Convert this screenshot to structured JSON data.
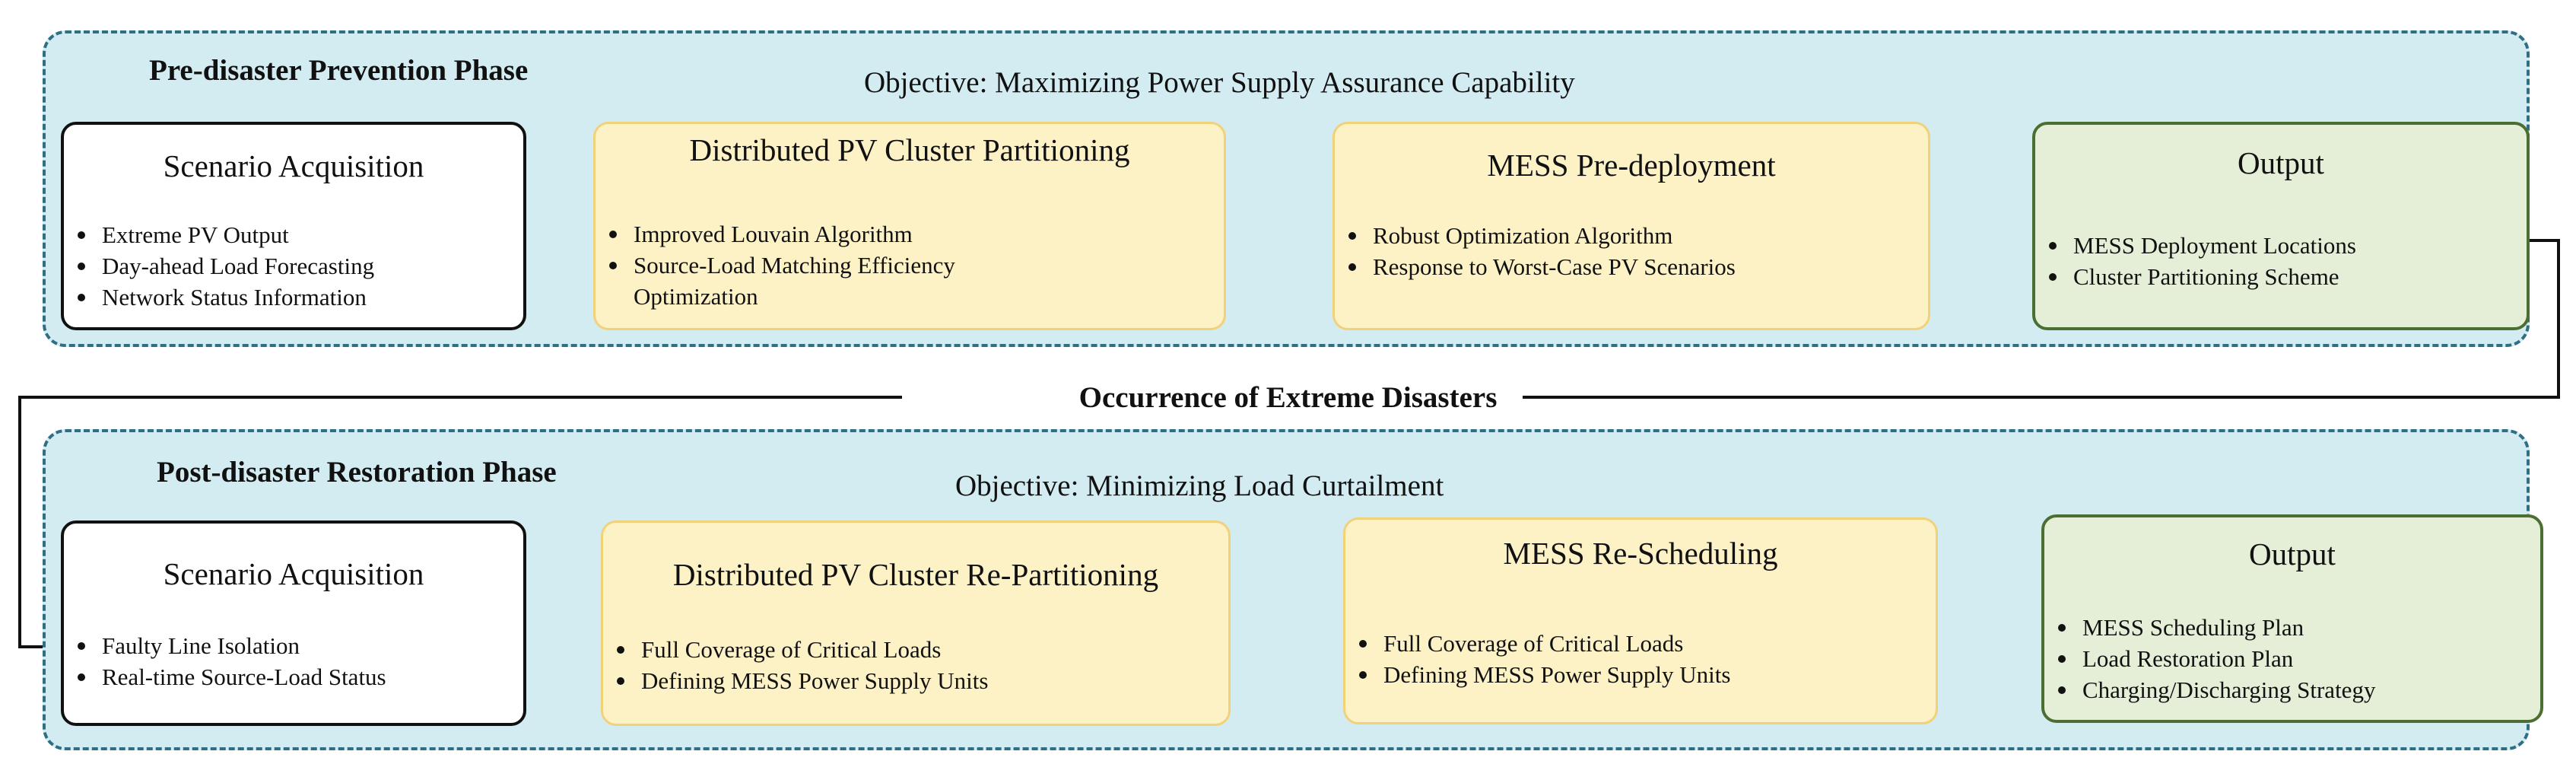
{
  "pre_disaster": {
    "title": "Pre-disaster Prevention Phase",
    "objective": "Objective: Maximizing Power Supply Assurance Capability",
    "scenario": {
      "title": "Scenario Acquisition",
      "items": [
        "Extreme PV Output",
        "Day-ahead Load Forecasting",
        "Network Status Information"
      ]
    },
    "partition": {
      "title": "Distributed PV Cluster Partitioning",
      "items": [
        "Improved Louvain Algorithm",
        "Source-Load Matching Efficiency",
        "Optimization"
      ]
    },
    "mess": {
      "title": "MESS Pre-deployment",
      "items": [
        "Robust Optimization Algorithm",
        "Response to Worst-Case PV Scenarios"
      ]
    },
    "output": {
      "title": "Output",
      "items": [
        "MESS Deployment Locations",
        "Cluster Partitioning Scheme"
      ]
    }
  },
  "transition": {
    "label": "Occurrence of Extreme Disasters"
  },
  "post_disaster": {
    "title": "Post-disaster Restoration Phase",
    "objective": "Objective: Minimizing Load Curtailment",
    "scenario": {
      "title": "Scenario Acquisition",
      "items": [
        "Faulty Line Isolation",
        "Real-time Source-Load Status"
      ]
    },
    "partition": {
      "title": "Distributed PV Cluster Re-Partitioning",
      "items": [
        "Full Coverage of Critical Loads",
        "Defining MESS Power Supply Units"
      ]
    },
    "mess": {
      "title": "MESS Re-Scheduling",
      "items": [
        "Full Coverage of Critical Loads",
        "Defining MESS Power Supply Units"
      ]
    },
    "output": {
      "title": "Output",
      "items": [
        "MESS Scheduling Plan",
        "Load Restoration Plan",
        "Charging/Discharging Strategy"
      ]
    }
  }
}
